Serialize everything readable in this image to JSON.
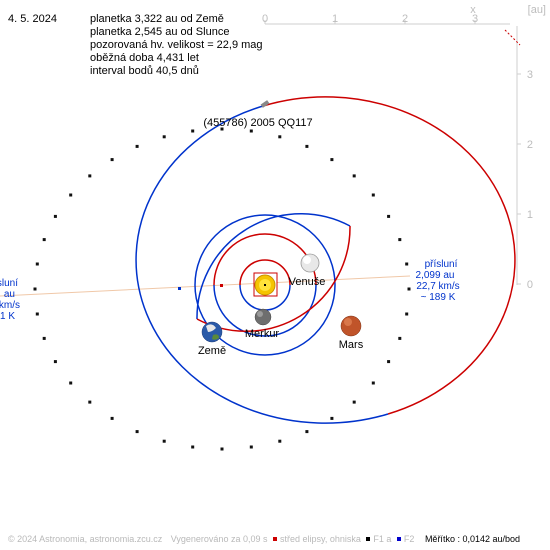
{
  "header": {
    "date": "4. 5. 2024",
    "lines": [
      "planetka 3,322 au od Země",
      "planetka 2,545 au od Slunce",
      "pozorovaná hv. velikost = 22,9 mag",
      "oběžná doba 4,431 let",
      "interval bodů 40,5 dnů"
    ]
  },
  "axes": {
    "top_ticks": [
      "0",
      "1",
      "2",
      "3"
    ],
    "top_label": "x",
    "unit": "[au]",
    "right_ticks": [
      "3",
      "2",
      "1",
      "0"
    ]
  },
  "objects": {
    "asteroid": "(455786) 2005 QQ117",
    "venus": "Venuše",
    "mercury": "Merkur",
    "earth": "Země",
    "mars": "Mars"
  },
  "perihelion": {
    "title": "přísluní",
    "distance": "2,099 au",
    "speed": "22,7 km/s",
    "temperature": "~ 189 K"
  },
  "aphelion_fragment": {
    "title": "sluní",
    "distance": "au",
    "speed": "km/s",
    "temperature": "1 K"
  },
  "footer": {
    "copyright": "© 2024 Astronomia, astronomia.zcu.cz",
    "generated": "Vygenerováno za 0,09 s",
    "legend_center": "střed elipsy, ohniska",
    "legend_f1": "F1 a",
    "legend_f2": "F2",
    "scale": "Měřítko : 0,0142 au/bod"
  },
  "colors": {
    "ellipse_center": "#cc0000",
    "f1": "#000000",
    "f2": "#0000cc",
    "orbit_red": "#cc0000",
    "orbit_blue": "#0033cc",
    "text_blue": "#0033cc"
  }
}
